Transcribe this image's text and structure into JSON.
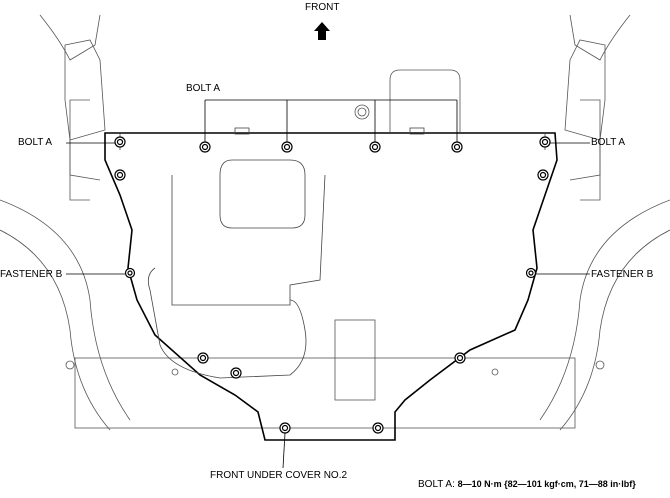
{
  "direction": {
    "label": "FRONT",
    "icon": "arrow-up-icon"
  },
  "labels": {
    "bolt_a_top": "BOLT A",
    "bolt_a_left": "BOLT A",
    "bolt_a_right": "BOLT A",
    "fastener_b_left": "FASTENER B",
    "fastener_b_right": "FASTENER B",
    "part_name": "FRONT UNDER COVER NO.2"
  },
  "spec": {
    "prefix": "BOLT A:",
    "torque": "8—10 N·m {82—101 kgf·cm, 71—88 in·lbf}"
  },
  "colors": {
    "line": "#000000",
    "background_line": "#555555"
  }
}
